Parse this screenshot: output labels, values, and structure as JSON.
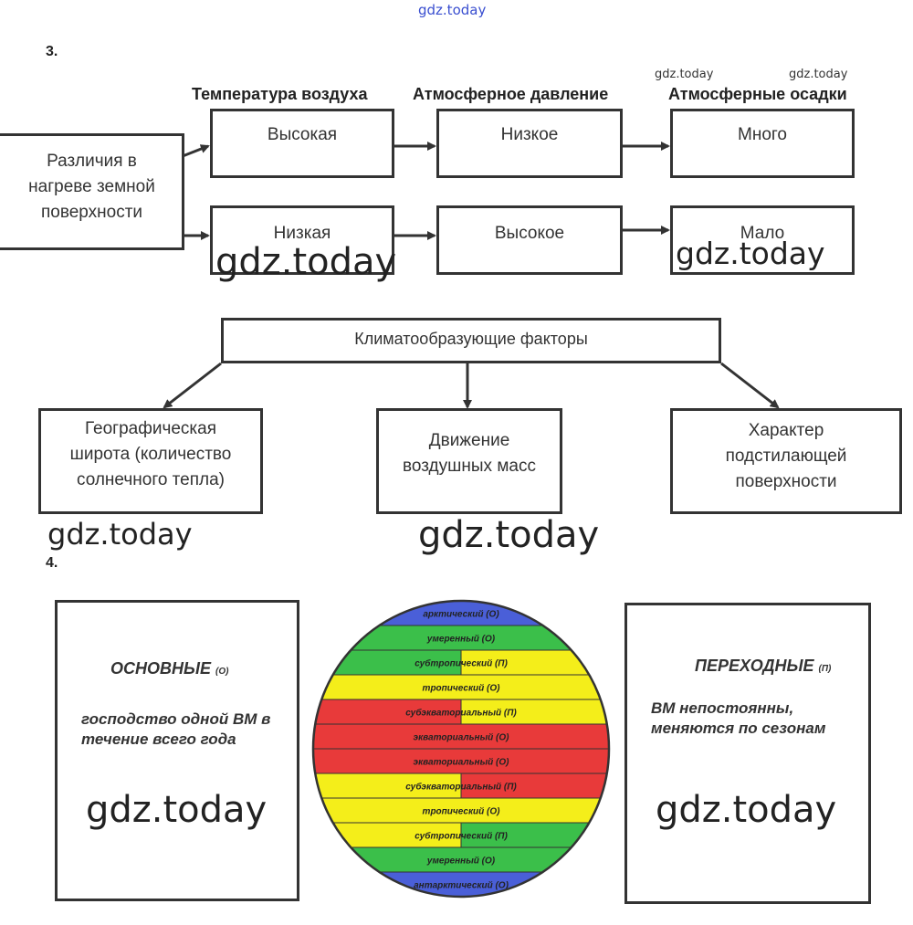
{
  "watermark": "gdz.today",
  "task3": {
    "number": "3.",
    "headers": [
      "Температура воздуха",
      "Атмосферное давление",
      "Атмосферные осадки"
    ],
    "source_box": "Различия в нагреве земной поверхности",
    "row1": [
      "Высокая",
      "Низкое",
      "Много"
    ],
    "row2": [
      "Низкая",
      "Высокое",
      "Мало"
    ],
    "factors_title": "Климатообразующие факторы",
    "factors": [
      "Географическая широта (количество солнечного тепла)",
      "Движение воздушных масс",
      "Характер подстилающей поверхности"
    ]
  },
  "task4": {
    "number": "4.",
    "left_title": "ОСНОВНЫЕ",
    "left_mark": "(О)",
    "left_desc": "господство одной ВМ в течение всего года",
    "right_title": "ПЕРЕХОДНЫЕ",
    "right_mark": "(П)",
    "right_desc": "ВМ непостоянны, меняются по сезонам",
    "zones": [
      {
        "label": "арктический",
        "mark": "(О)",
        "color": "#4a5fd8"
      },
      {
        "label": "умеренный",
        "mark": "(О)",
        "color": "#3bbf4a"
      },
      {
        "label": "субтропический",
        "mark": "(П)",
        "color": "#3bbf4a",
        "split_color": "#f4ee1a"
      },
      {
        "label": "тропический",
        "mark": "(О)",
        "color": "#f4ee1a"
      },
      {
        "label": "субэкваториальный",
        "mark": "(П)",
        "color": "#e83a3a",
        "split_color": "#f4ee1a"
      },
      {
        "label": "экваториальный",
        "mark": "(О)",
        "color": "#e83a3a"
      },
      {
        "label": "экваториальный",
        "mark": "(О)",
        "color": "#e83a3a"
      },
      {
        "label": "субэкваториальный",
        "mark": "(П)",
        "color": "#f4ee1a",
        "split_color": "#e83a3a"
      },
      {
        "label": "тропический",
        "mark": "(О)",
        "color": "#f4ee1a"
      },
      {
        "label": "субтропический",
        "mark": "(П)",
        "color": "#f4ee1a",
        "split_color": "#3bbf4a"
      },
      {
        "label": "умеренный",
        "mark": "(О)",
        "color": "#3bbf4a"
      },
      {
        "label": "антарктический",
        "mark": "(О)",
        "color": "#4a5fd8"
      }
    ]
  }
}
